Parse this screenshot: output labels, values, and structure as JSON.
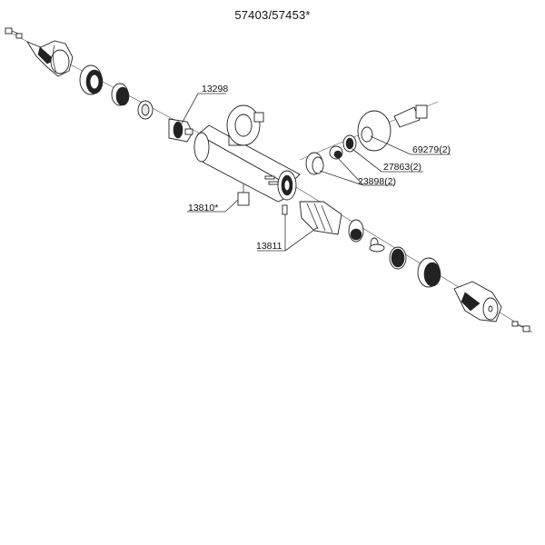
{
  "title": "57403/57453*",
  "part_labels": {
    "p13298": "13298",
    "p69279": "69279(2)",
    "p27863": "27863(2)",
    "p23898": "23898(2)",
    "p13810": "13810*",
    "p13811": "13811"
  },
  "colors": {
    "line": "#222222",
    "background": "#ffffff"
  }
}
